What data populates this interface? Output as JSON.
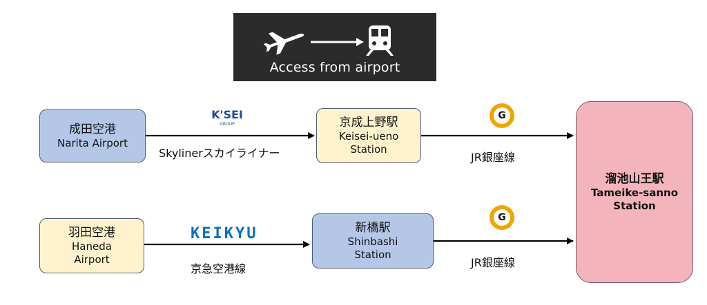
{
  "banner": {
    "text": "Access from airport",
    "plane_icon": "airplane-icon",
    "train_icon": "train-icon"
  },
  "nodes": {
    "narita": {
      "jp": "成田空港",
      "en": "Narita Airport"
    },
    "keisei_ueno": {
      "jp": "京成上野駅",
      "en1": "Keisei-ueno",
      "en2": "Station"
    },
    "haneda": {
      "jp": "羽田空港",
      "en1": "Haneda",
      "en2": "Airport"
    },
    "shinbashi": {
      "jp": "新橋駅",
      "en1": "Shinbashi",
      "en2": "Station"
    },
    "tameike": {
      "jp": "溜池山王駅",
      "en1": "Tameike-sanno",
      "en2": "Station"
    }
  },
  "edges": {
    "skyliner": "Skylinerスカイライナー",
    "keikyu_line": "京急空港線",
    "ginza_top": "JR銀座線",
    "ginza_bottom": "JR銀座線"
  },
  "logos": {
    "keisei": "K'SEI",
    "keisei_sub": "GROUP",
    "keikyu": "KEIKYU",
    "ginza_mark": "G"
  },
  "colors": {
    "banner_bg": "#2b2b2b",
    "airport_blue": "#b4c7e7",
    "station_cream": "#fff2cc",
    "destination_pink": "#f4b4bc",
    "ginza_orange": "#f0a500",
    "keikyu_blue": "#0a6fc2",
    "keisei_blue": "#1a4da0"
  }
}
